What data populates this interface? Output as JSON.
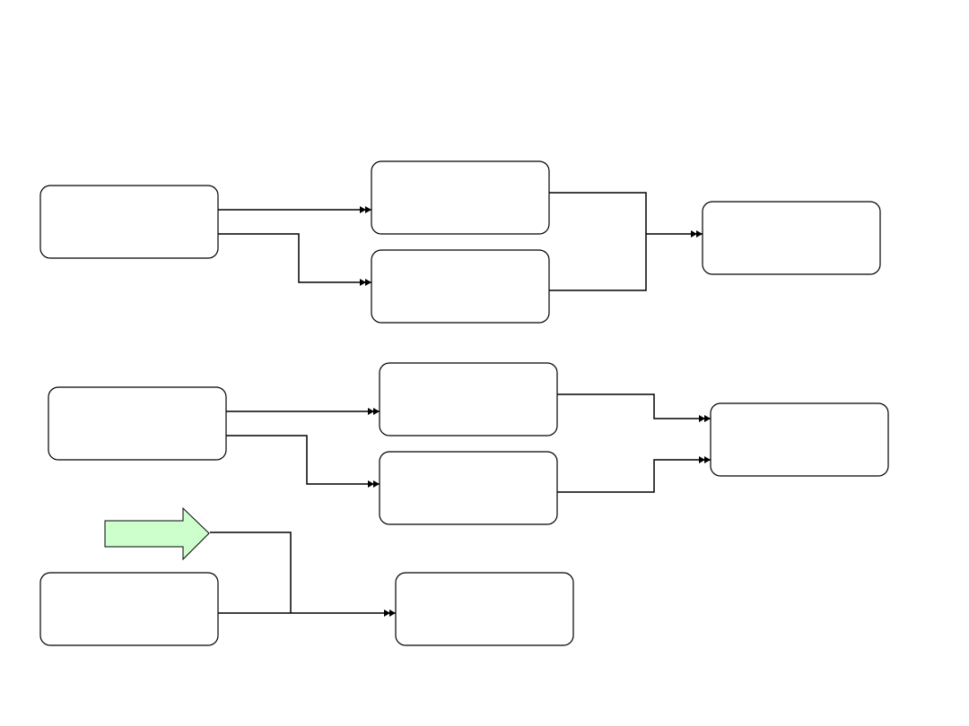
{
  "diagram": {
    "background": "#ffffff",
    "stroke_color": "#000000",
    "box_fill": "#ffffff",
    "highlight_arrow_fill": "#ccffcc",
    "nodes": [
      {
        "id": "n1",
        "label": ""
      },
      {
        "id": "n2",
        "label": ""
      },
      {
        "id": "n3",
        "label": ""
      },
      {
        "id": "n4",
        "label": ""
      },
      {
        "id": "n5",
        "label": ""
      },
      {
        "id": "n6",
        "label": ""
      },
      {
        "id": "n7",
        "label": ""
      },
      {
        "id": "n8",
        "label": ""
      },
      {
        "id": "n9",
        "label": ""
      },
      {
        "id": "n10",
        "label": ""
      }
    ],
    "edges": [
      {
        "from": "n1",
        "to": "n2"
      },
      {
        "from": "n1",
        "to": "n3"
      },
      {
        "from": "n2",
        "to": "n4"
      },
      {
        "from": "n3",
        "to": "n4"
      },
      {
        "from": "n5",
        "to": "n6"
      },
      {
        "from": "n5",
        "to": "n7"
      },
      {
        "from": "n6",
        "to": "n8"
      },
      {
        "from": "n7",
        "to": "n8"
      },
      {
        "from": "n9",
        "to": "n10"
      },
      {
        "from": "highlight-arrow",
        "to": "n10"
      }
    ],
    "highlight_arrow": {
      "icon": "right-block-arrow-icon"
    }
  }
}
